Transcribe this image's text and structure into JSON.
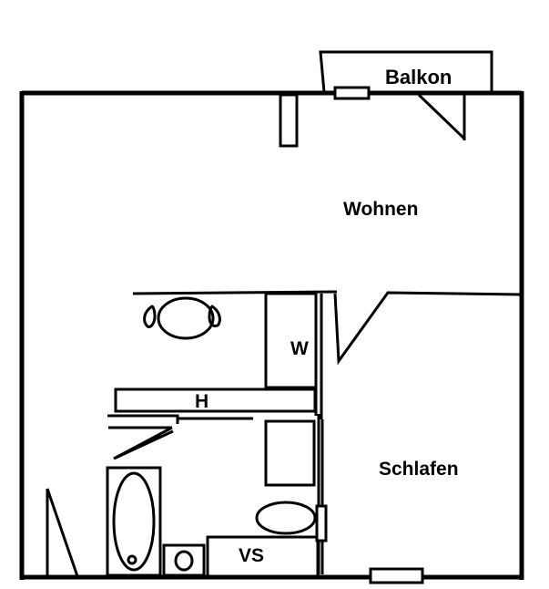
{
  "plan": {
    "labels": {
      "balkon": "Balkon",
      "wohnen": "Wohnen",
      "w": "W",
      "h": "H",
      "schlafen": "Schlafen",
      "vs": "VS"
    },
    "colors": {
      "line": "#000000",
      "background": "#ffffff"
    }
  }
}
